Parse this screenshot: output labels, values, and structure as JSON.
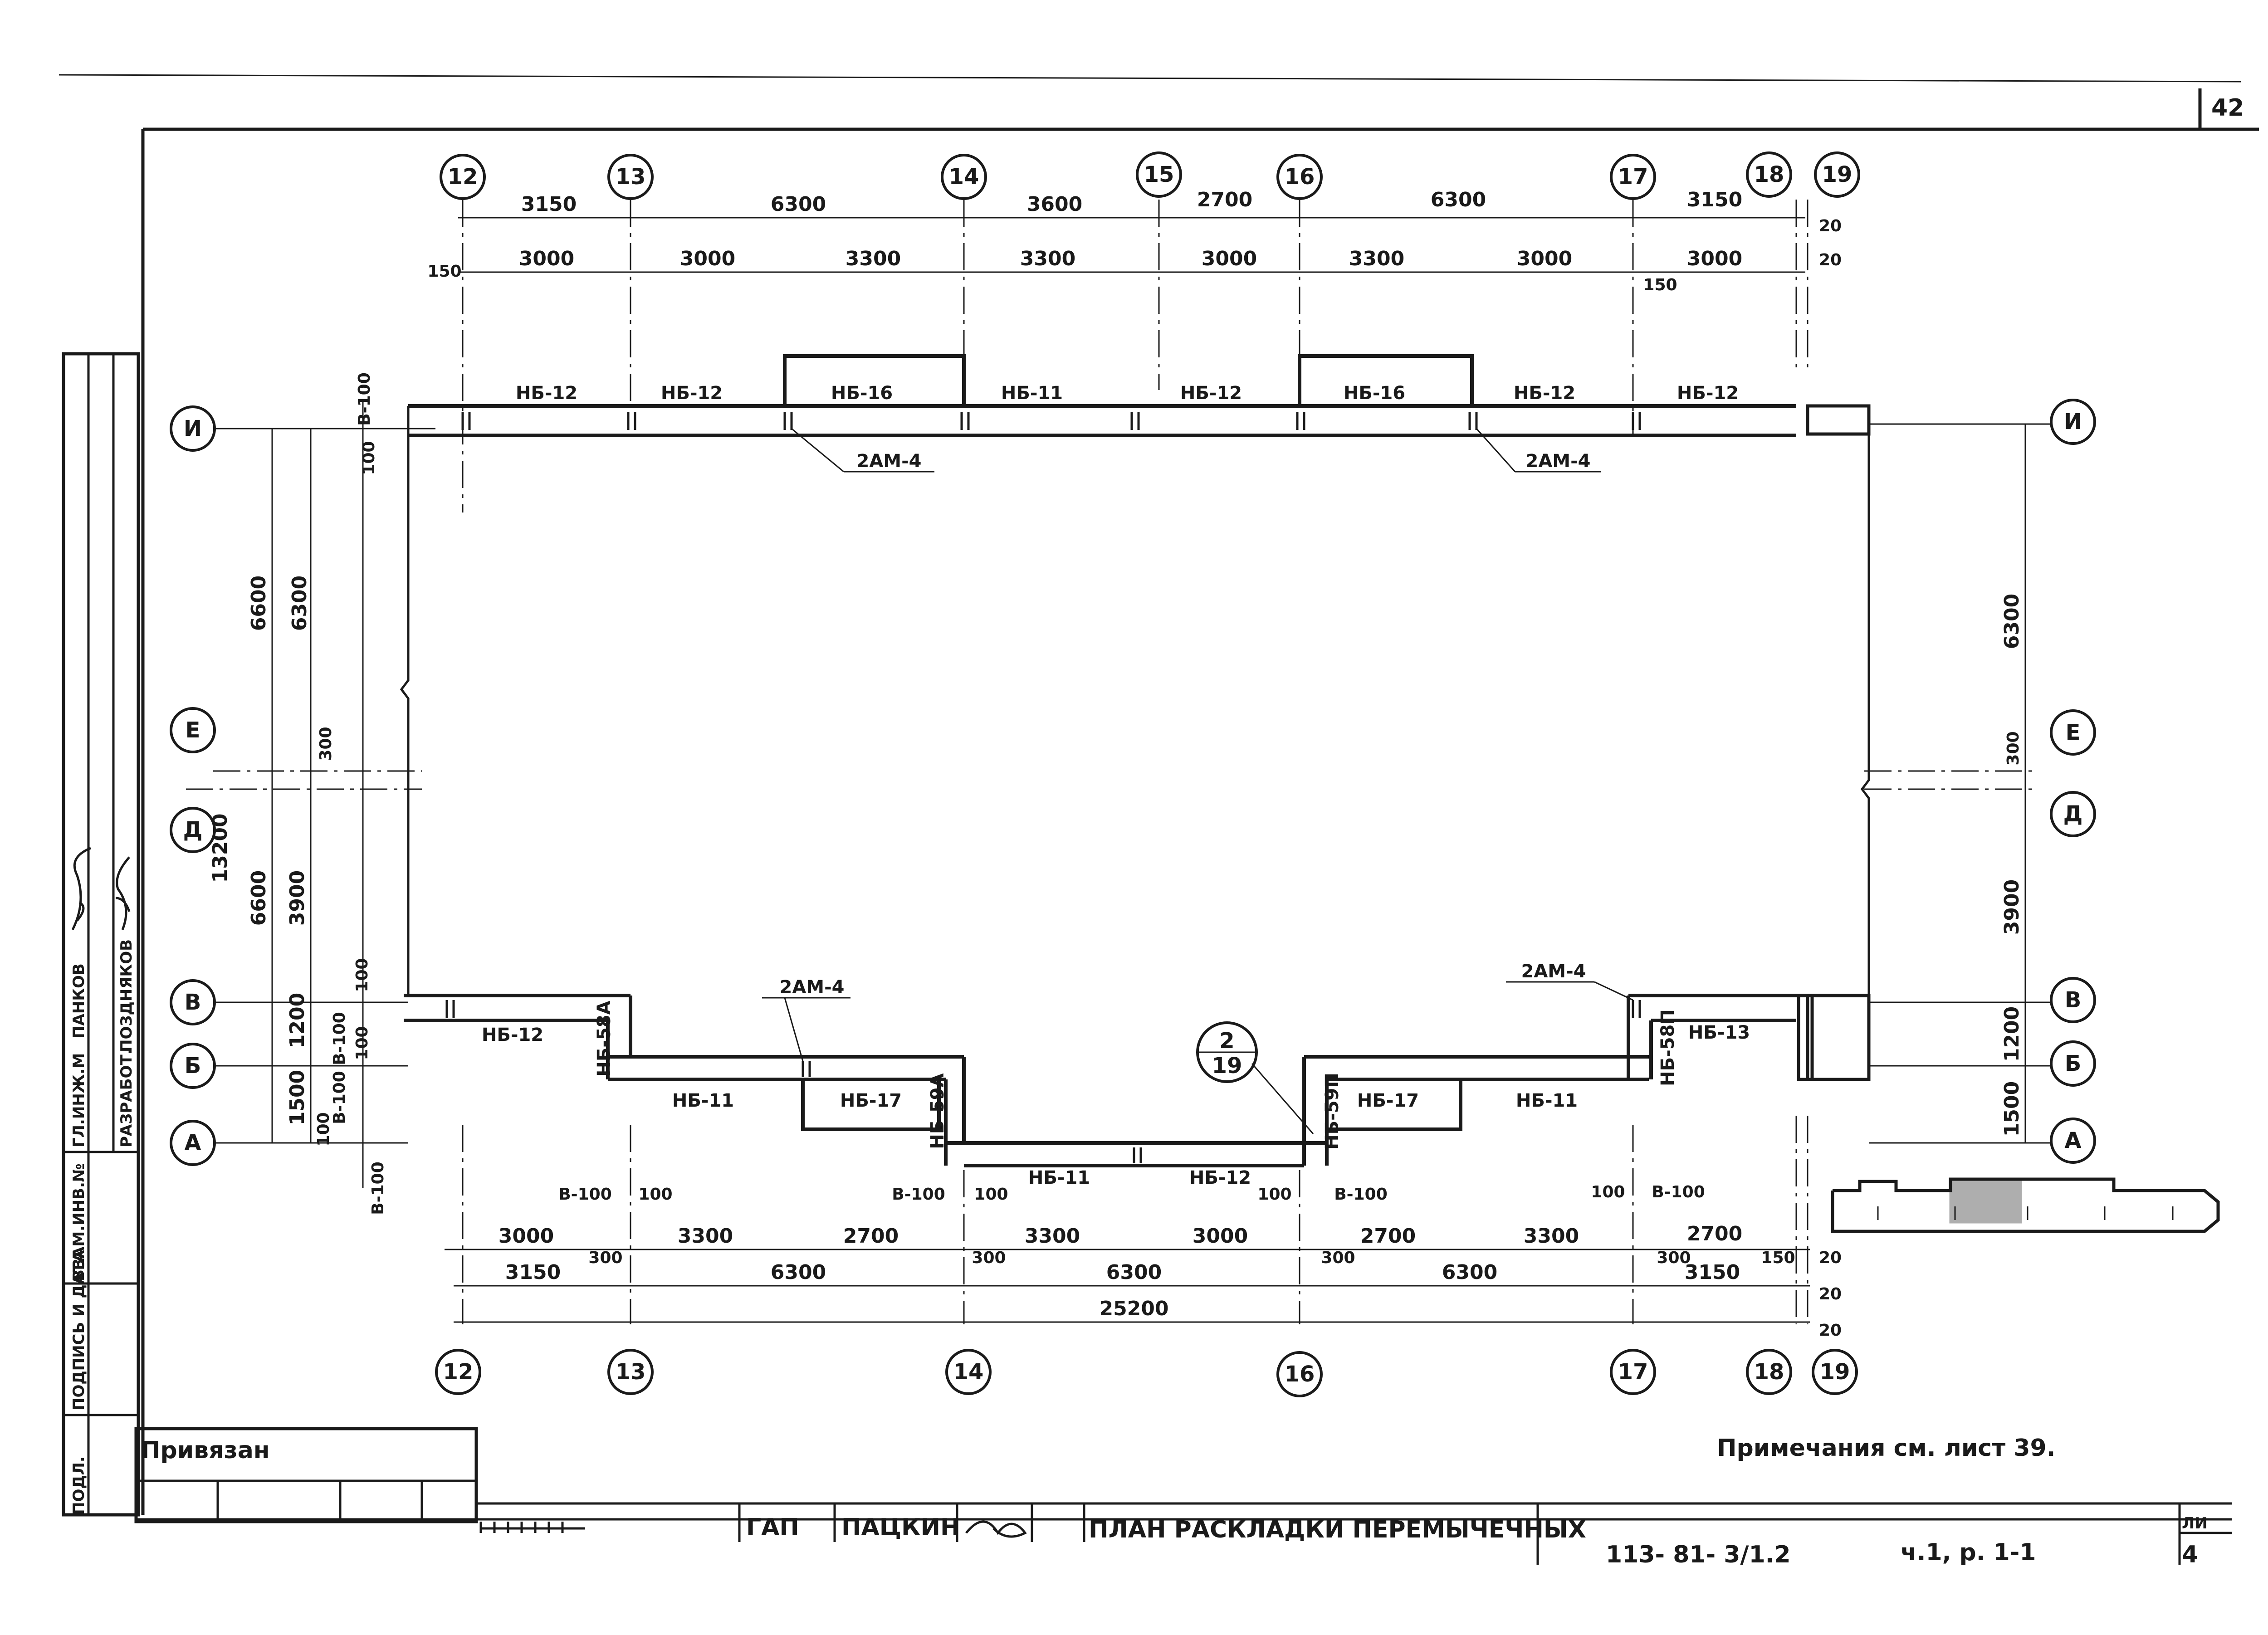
{
  "page_number": "42",
  "axes_top": [
    "12",
    "13",
    "14",
    "15",
    "16",
    "17",
    "18",
    "19"
  ],
  "axes_bottom": [
    "12",
    "13",
    "14",
    "16",
    "17",
    "18",
    "19"
  ],
  "axes_left": [
    "И",
    "Е",
    "Д",
    "В",
    "Б",
    "А"
  ],
  "axes_right": [
    "И",
    "Е",
    "Д",
    "В",
    "Б",
    "А"
  ],
  "top_dims_row1": [
    "3150",
    "6300",
    "3600",
    "2700",
    "6300",
    "3150",
    "20"
  ],
  "top_dims_row2": [
    "150",
    "3000",
    "3000",
    "3300",
    "3300",
    "3000",
    "3300",
    "3000",
    "3000",
    "150",
    "20"
  ],
  "bottom_dims_row1": [
    "3000",
    "300",
    "3300",
    "2700",
    "300",
    "3300",
    "3000",
    "300",
    "2700",
    "3300",
    "300",
    "2700",
    "150",
    "20"
  ],
  "bottom_dims_row2": [
    "3150",
    "6300",
    "6300",
    "6300",
    "3150",
    "20"
  ],
  "bottom_dims_row3": [
    "25200",
    "20",
    "20"
  ],
  "bottom_small_dims": [
    "В-100",
    "100",
    "В-100",
    "100",
    "100",
    "В-100",
    "100",
    "В-100"
  ],
  "left_dims": [
    "В-100",
    "100",
    "6600",
    "6300",
    "300",
    "13200",
    "6600",
    "3900",
    "1200",
    "1500",
    "100",
    "В-100",
    "100",
    "В-100",
    "100",
    "В-100"
  ],
  "right_dims": [
    "6300",
    "300",
    "3900",
    "1200",
    "1500"
  ],
  "lintels_top": [
    "НБ-12",
    "НБ-12",
    "НБ-16",
    "НБ-11",
    "НБ-12",
    "НБ-16",
    "НБ-12",
    "НБ-12"
  ],
  "lintels_bottom": [
    "НБ-12",
    "НБ-58А",
    "НБ-11",
    "НБ-17",
    "НБ-59А",
    "НБ-11",
    "НБ-12",
    "НБ-59П",
    "НБ-17",
    "НБ-11",
    "НБ-58П",
    "НБ-13"
  ],
  "callouts": [
    "2АМ-4",
    "2АМ-4",
    "2АМ-4",
    "2АМ-4"
  ],
  "section_mark": {
    "top": "2",
    "bottom": "19"
  },
  "stamp": {
    "rows": [
      "ГЛ.ИНЖ.М",
      "ПАНКОВ",
      "РАЗРАБОТ.",
      "ПОЗДНЯКОВ"
    ],
    "side_labels": [
      "ПОДЛ.",
      "ПОДПИСЬ И ДАТА",
      "ВЗАМ.ИНВ.№"
    ]
  },
  "note": "Примечания см. лист 39.",
  "title_block": {
    "privyazan": "Привязан",
    "gap_label": "ГАП",
    "gap_name": "ПАЦКИН",
    "title_line": "ПЛАН РАСКЛАДКИ ПЕРЕМЫЧЕЧНЫХ",
    "doc_code": "113- 81- 3/1.2",
    "part": "ч.1, р. 1-1",
    "sheet_label": "ЛИ",
    "sheet_no": "4"
  }
}
